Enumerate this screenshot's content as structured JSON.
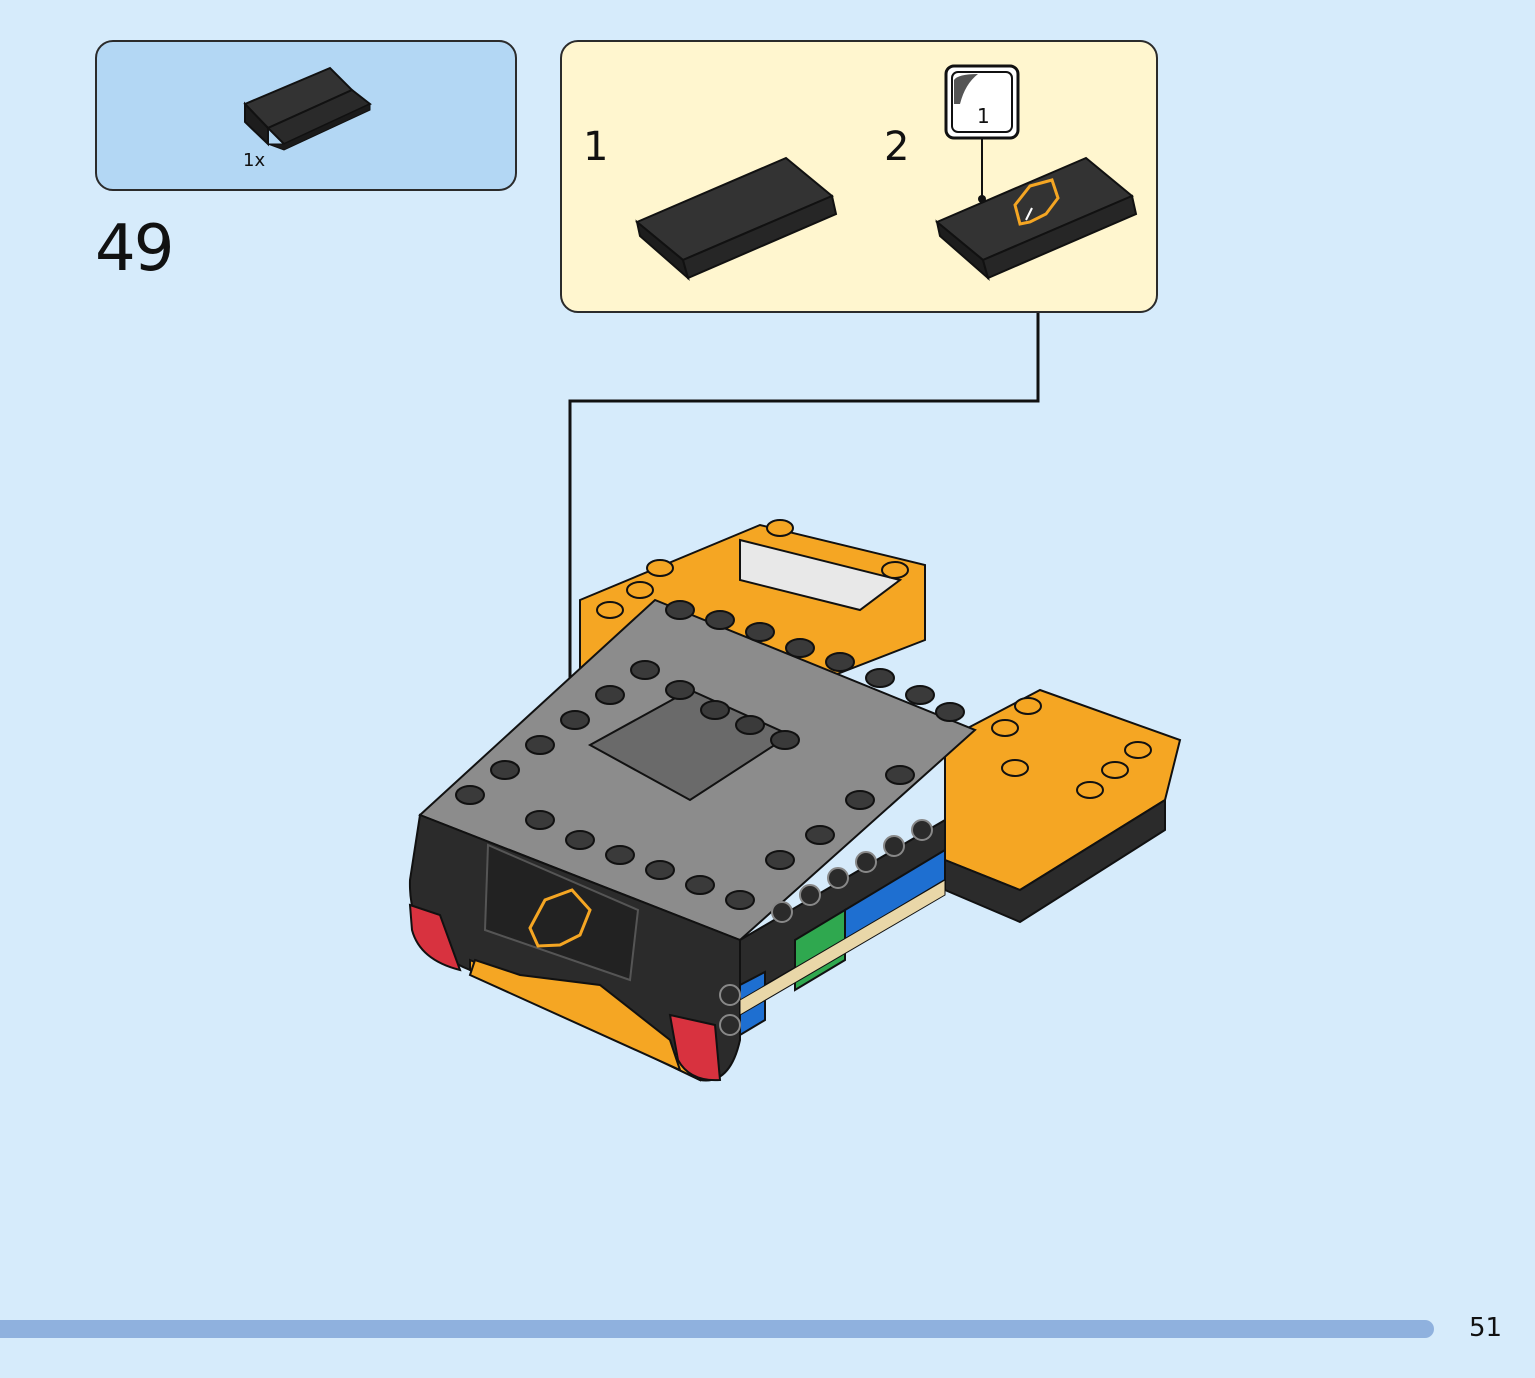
{
  "parts_list": {
    "quantity": "1x"
  },
  "step": {
    "number": "49"
  },
  "substeps": {
    "first": "1",
    "second": "2"
  },
  "sticker": {
    "number": "1"
  },
  "footer": {
    "page_number": "51"
  },
  "colors": {
    "background": "#d6ebfb",
    "parts_box": "#b3d7f4",
    "substep_box": "#fff6cf",
    "progress": "#8fb1de",
    "brick_black": "#2b2b2b",
    "brick_gray": "#9a9a9a",
    "brick_orange": "#f5a623",
    "brick_blue": "#1e6fd1",
    "brick_green": "#2fa84f",
    "brick_red": "#d8323f"
  }
}
